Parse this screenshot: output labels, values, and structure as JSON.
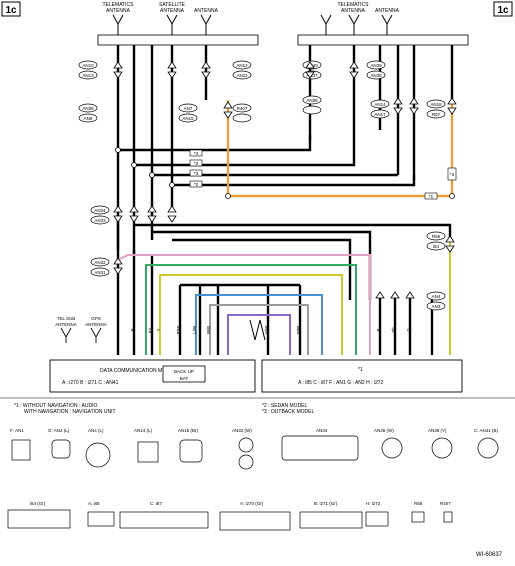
{
  "page_label": "1c",
  "antennas": {
    "telematics": [
      "TELEMATICS",
      "ANTENNA"
    ],
    "satellite": [
      "SATELLITE",
      "ANTENNA"
    ],
    "antenna": "ANTENNA",
    "tel_sub": [
      "TEL SUB",
      "ANTENNA"
    ],
    "gps": [
      "GPS",
      "ANTENNA"
    ]
  },
  "connectors_left": [
    "AN10",
    "AN13",
    "AN12",
    "AN11",
    "AN36",
    "AN9",
    "AN7",
    "AN15",
    "R407"
  ],
  "connectors_right": [
    "AN40",
    "AN37",
    "AN39",
    "AN38",
    "AN35",
    "AN14",
    "AN17",
    "AN18",
    "R67"
  ],
  "connectors_mid": [
    "AN34",
    "AN33",
    "AN32",
    "AN31",
    "AN4",
    "AN3",
    "R56",
    "i54"
  ],
  "star_labels": [
    "*3",
    "*3",
    "*3",
    "*2",
    "*1",
    "*3"
  ],
  "module": {
    "name": "DATA COMMUNICATION MODULE",
    "backup_bat": [
      "BACK UP",
      "BAT"
    ],
    "conns": "A : i270   B : i271   C : AN41",
    "pins": [
      "C1",
      "A19",
      "B7",
      "B12",
      "B13",
      "B11",
      "B15",
      "B3",
      "B1"
    ]
  },
  "audio_unit": {
    "star": "*1",
    "conns": "A : i85   C : i87   F : AN1   G : AN2   H : i272",
    "pins": [
      "A6",
      "A5",
      "A1",
      "C5",
      "C18",
      "G5",
      "H6",
      "F3",
      "F1",
      "G1",
      "A6"
    ]
  },
  "wire_colors": [
    "P",
    "B/L",
    "Y",
    "R/W",
    "L/W",
    "W/B",
    "V/W",
    "W/R",
    "B",
    "Sb",
    "G"
  ],
  "notes": {
    "n1": "*1 : WITHOUT NAVIGATION : AUDIO",
    "n1b": "WITH NAVIGATION : NAVIGATION UNIT",
    "n2": "*2 : SEDAN MODEL",
    "n3": "*3 : OUTBACK MODEL"
  },
  "connector_views_row1": [
    "F: AN1",
    "G: AN2 (L)",
    "AN4 (L)",
    "AN14 (L)",
    "AN15 (Br)",
    "AN32 (W)",
    "AN34",
    "AN36 (W)",
    "AN38 (Y)",
    "C: AN41 (B)"
  ],
  "connector_views_row2": [
    "i54 (Gr)",
    "A: i85",
    "C: i87",
    "A: i270 (Gr)",
    "B: i271 (Gr)",
    "H: i272",
    "R56",
    "R407"
  ],
  "figure_id": "WI-60637"
}
